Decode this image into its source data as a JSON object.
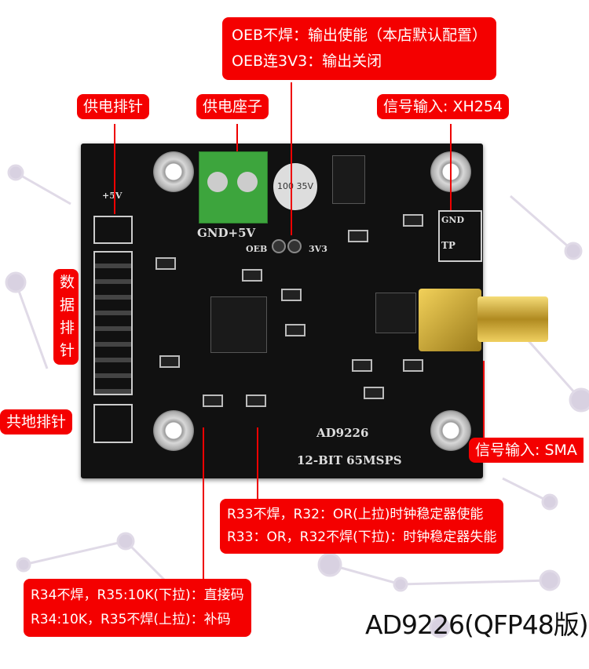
{
  "callouts": {
    "oeb": [
      "OEB不焊：输出使能（本店默认配置）",
      "OEB连3V3：输出关闭"
    ],
    "power_header": "供电排针",
    "power_socket": "供电座子",
    "signal_xh": "信号输入: XH254",
    "data_header": "数据排针",
    "gnd_header": "共地排针",
    "signal_sma": "信号输入: SMA",
    "clock": [
      "R33不焊，R32：OR(上拉)时钟稳定器使能",
      "R33：OR，R32不焊(下拉)：时钟稳定器失能"
    ],
    "coding": [
      "R34不焊，R35:10K(下拉)：直接码",
      "R34:10K，R35不焊(上拉)：补码"
    ]
  },
  "pcb": {
    "chip_name": "AD9226",
    "spec": "12-BIT 65MSPS",
    "power_label": "GND+5V",
    "oeb": "OEB",
    "v33": "3V3",
    "gnd": "GND",
    "tp": "TP",
    "plus5v": "+5V",
    "cap": "100 35V"
  },
  "product_title": "AD9226(QFP48版)"
}
